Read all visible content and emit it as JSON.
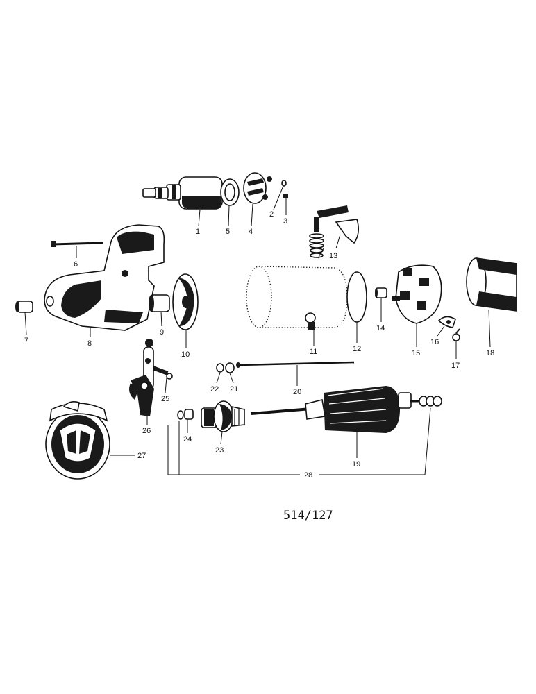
{
  "diagram": {
    "reference": "514/127",
    "callouts": [
      "1",
      "2",
      "3",
      "4",
      "5",
      "6",
      "7",
      "8",
      "9",
      "10",
      "11",
      "12",
      "13",
      "14",
      "15",
      "16",
      "17",
      "18",
      "19",
      "20",
      "21",
      "22",
      "23",
      "24",
      "25",
      "26",
      "27",
      "28"
    ]
  },
  "colors": {
    "ink": "#111111",
    "paper": "#ffffff"
  }
}
